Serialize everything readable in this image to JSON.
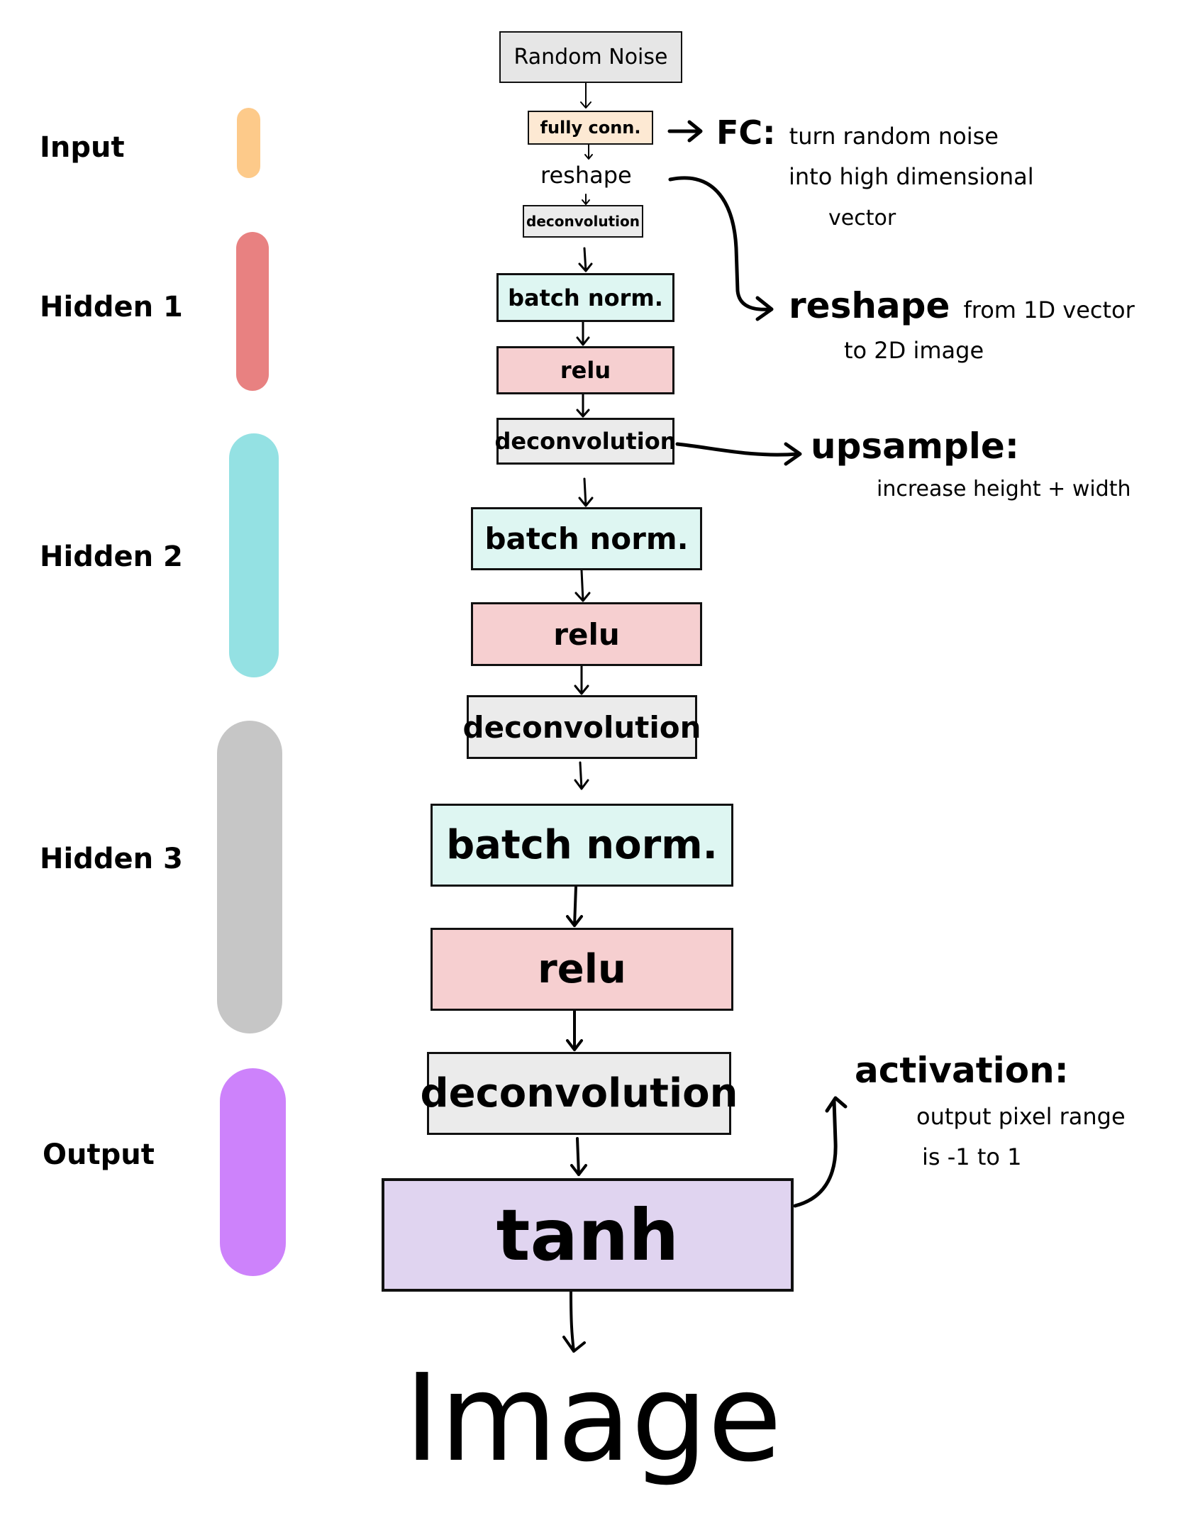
{
  "diagram_title": "GAN Generator Architecture",
  "colors": {
    "input": "#fdca8a",
    "hidden1": "#e88181",
    "hidden2": "#94e1e3",
    "hidden3": "#c6c6c6",
    "output": "#cd82fb",
    "fully_connected_box": "#fde9d3",
    "batch_norm_box": "#def6f2",
    "relu_box": "#f6cfd0",
    "deconvolution_box": "#ebebeb",
    "tanh_box": "#e0d4f0",
    "noise_box": "#e6e6e6"
  },
  "stages": [
    {
      "id": "input",
      "label": "Input"
    },
    {
      "id": "hidden1",
      "label": "Hidden 1"
    },
    {
      "id": "hidden2",
      "label": "Hidden 2"
    },
    {
      "id": "hidden3",
      "label": "Hidden 3"
    },
    {
      "id": "output",
      "label": "Output"
    }
  ],
  "nodes": {
    "random_noise": "Random Noise",
    "fully_conn": "fully conn.",
    "reshape": "reshape",
    "deconv0": "deconvolution",
    "bn1": "batch norm.",
    "relu1": "relu",
    "deconv1": "deconvolution",
    "bn2": "batch norm.",
    "relu2": "relu",
    "deconv2": "deconvolution",
    "bn3": "batch norm.",
    "relu3": "relu",
    "deconv3": "deconvolution",
    "tanh": "tanh",
    "image": "Image"
  },
  "annotations": {
    "fc": {
      "head": "FC:",
      "lines": [
        "turn random noise",
        "into high dimensional",
        "vector"
      ]
    },
    "reshape": {
      "head": "reshape",
      "lines": [
        "from 1D vector",
        "to 2D image"
      ]
    },
    "upsample": {
      "head": "upsample:",
      "lines": [
        "increase height + width"
      ]
    },
    "activation": {
      "head": "activation:",
      "lines": [
        "output pixel range",
        "is -1 to 1"
      ]
    }
  }
}
